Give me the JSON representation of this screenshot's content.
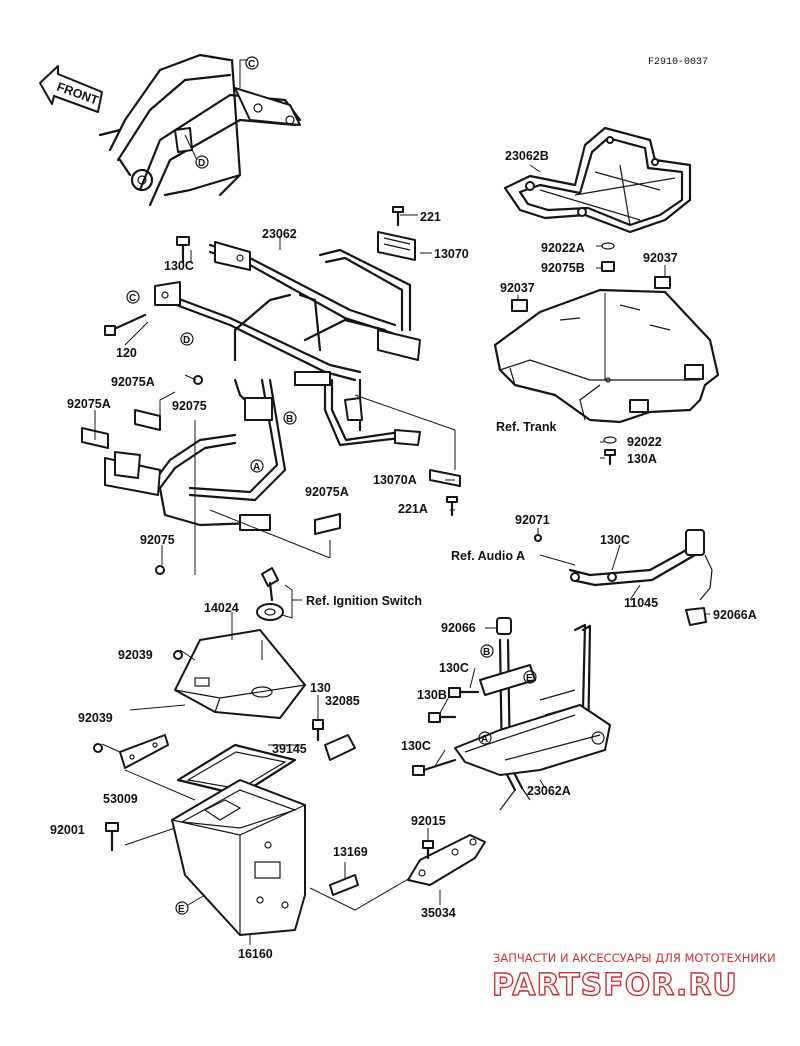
{
  "diagram_code": "F2910-0037",
  "front_label": "FRONT",
  "parts": {
    "p23062B": "23062B",
    "p23062": "23062",
    "p221": "221",
    "p13070": "13070",
    "p130C_top": "130C",
    "p120": "120",
    "p92075A_a": "92075A",
    "p92075A_b": "92075A",
    "p92075A_c": "92075A",
    "p92075_a": "92075",
    "p92075_b": "92075",
    "p92022A": "92022A",
    "p92075B": "92075B",
    "p92037_a": "92037",
    "p92037_b": "92037",
    "p92022": "92022",
    "p130A": "130A",
    "p13070A": "13070A",
    "p221A": "221A",
    "p92071": "92071",
    "p130C_mid": "130C",
    "p11045": "11045",
    "p92066A": "92066A",
    "p14024": "14024",
    "p92039_a": "92039",
    "p92039_b": "92039",
    "p130": "130",
    "p32085": "32085",
    "p39145": "39145",
    "p53009": "53009",
    "p92001": "92001",
    "p13169": "13169",
    "p16160": "16160",
    "p92015": "92015",
    "p35034": "35034",
    "p92066": "92066",
    "p130C_r1": "130C",
    "p130B": "130B",
    "p130C_r2": "130C",
    "p23062A": "23062A"
  },
  "refs": {
    "trank": "Ref. Trank",
    "audio": "Ref. Audio  A",
    "ignition": "Ref. Ignition Switch"
  },
  "markers": {
    "A": "A",
    "B": "B",
    "C": "C",
    "D": "D",
    "E": "E"
  },
  "watermark": {
    "subtitle": "ЗАПЧАСТИ И АКСЕССУАРЫ ДЛЯ МОТОТЕХНИКИ",
    "brand": "PARTSFOR.RU"
  },
  "colors": {
    "ink": "#151515",
    "watermark": "#c4343a"
  }
}
